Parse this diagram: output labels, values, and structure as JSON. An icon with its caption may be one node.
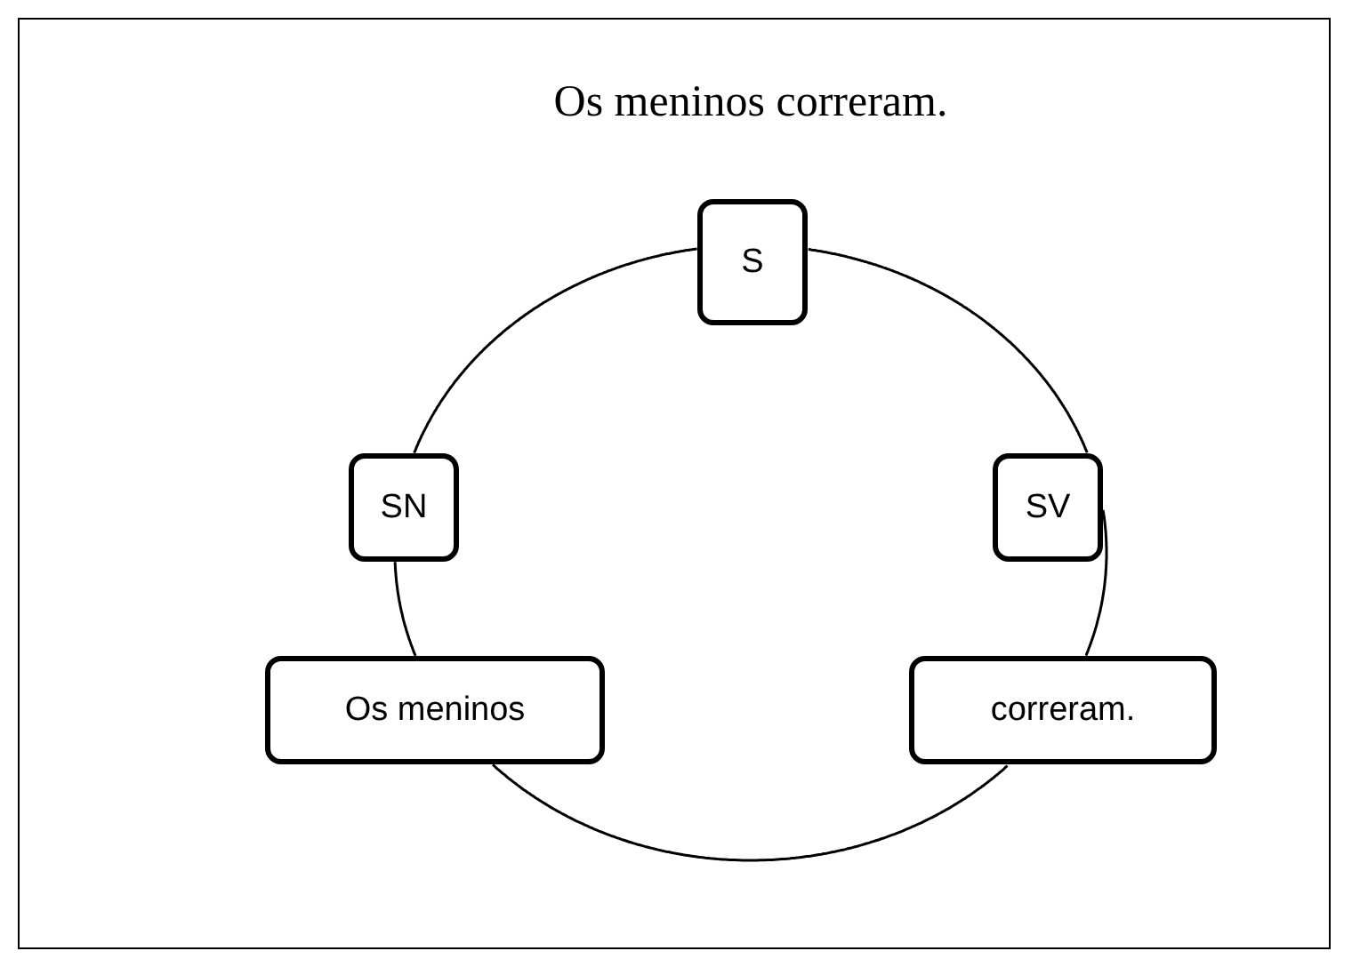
{
  "diagram": {
    "title": "Os meninos correram.",
    "nodes": [
      {
        "text": [
          "S"
        ]
      },
      {
        "text": [
          "SN"
        ]
      },
      {
        "text": [
          "SV"
        ]
      },
      {
        "text": [
          "Os meninos"
        ]
      },
      {
        "text": [
          "correram."
        ]
      }
    ],
    "edges": [
      {
        "from": 0,
        "to": 1,
        "arrow": "none"
      },
      {
        "from": 0,
        "to": 2,
        "arrow": "none"
      },
      {
        "from": 1,
        "to": 3,
        "arrow": "none"
      },
      {
        "from": 2,
        "to": 4,
        "arrow": "none"
      },
      {
        "from": 3,
        "to": 4,
        "arrow": "none"
      }
    ]
  }
}
